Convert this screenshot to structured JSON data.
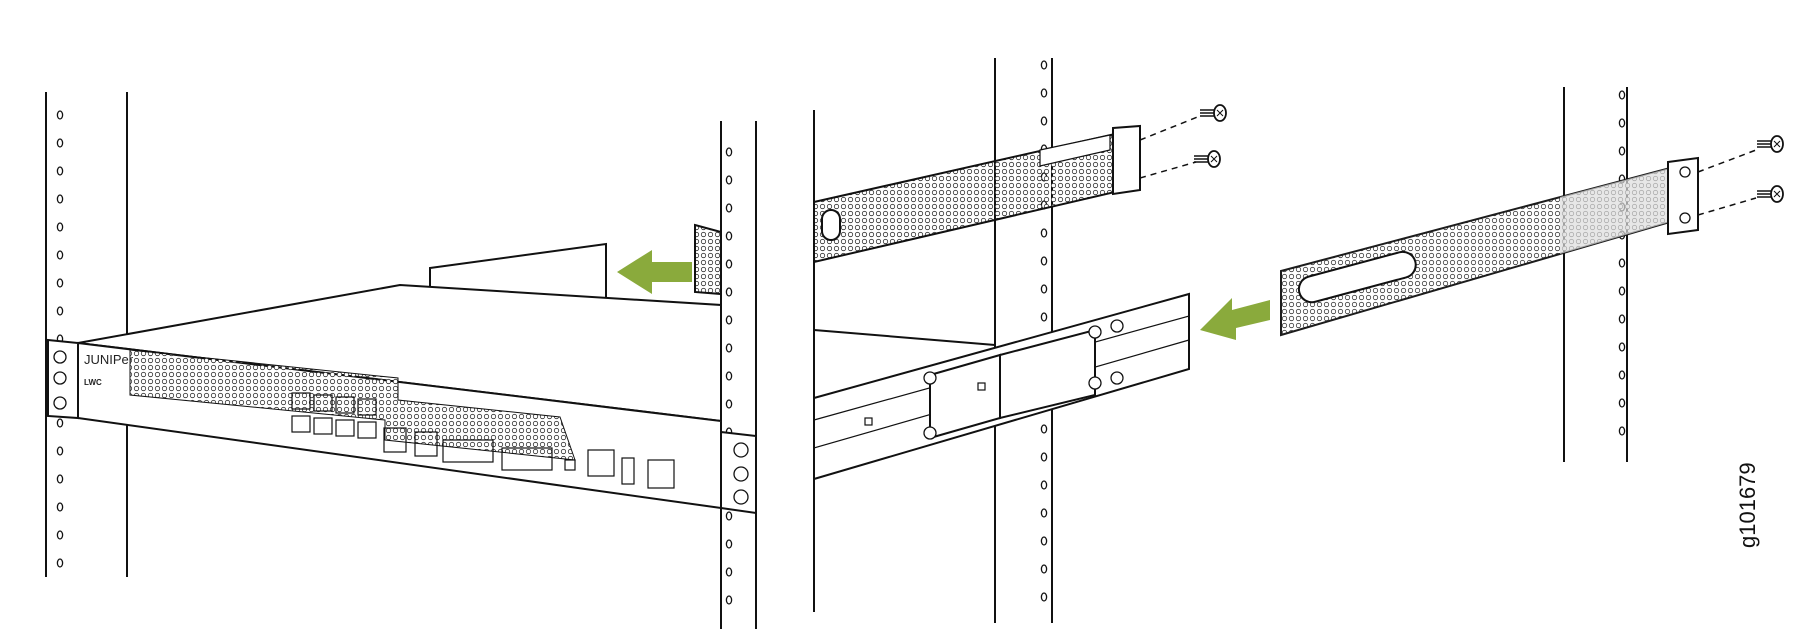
{
  "figure": {
    "id": "g101679",
    "device": {
      "logo": "Juniper",
      "model_label": "LWC"
    },
    "colors": {
      "arrow": "#8aaa3c",
      "line": "#111111",
      "bracket_fill": "#e4e4e4"
    }
  }
}
